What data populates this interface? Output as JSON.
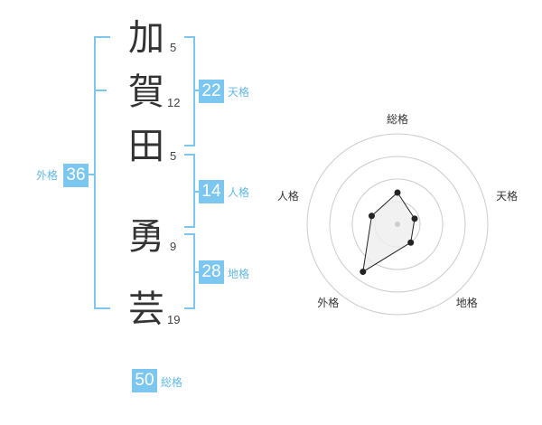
{
  "name_chars": [
    {
      "char": "加",
      "strokes": "5"
    },
    {
      "char": "賀",
      "strokes": "12"
    },
    {
      "char": "田",
      "strokes": "5"
    },
    {
      "char": "勇",
      "strokes": "9"
    },
    {
      "char": "芸",
      "strokes": "19"
    }
  ],
  "kaku": {
    "ten": {
      "value": "22",
      "label": "天格"
    },
    "jin": {
      "value": "14",
      "label": "人格"
    },
    "chi": {
      "value": "28",
      "label": "地格"
    },
    "gai": {
      "value": "36",
      "label": "外格"
    },
    "sou": {
      "value": "50",
      "label": "総格"
    }
  },
  "colors": {
    "accent": "#7cc7f0",
    "accent_text": "#62b8e6",
    "radar_fill": "#eeeeee",
    "ring": "#cccccc"
  },
  "chart_data": {
    "type": "radar",
    "axes": [
      "総格",
      "天格",
      "地格",
      "外格",
      "人格"
    ],
    "rings": 4,
    "values": [
      0.35,
      0.2,
      0.25,
      0.65,
      0.3
    ],
    "range": [
      0,
      1
    ]
  }
}
